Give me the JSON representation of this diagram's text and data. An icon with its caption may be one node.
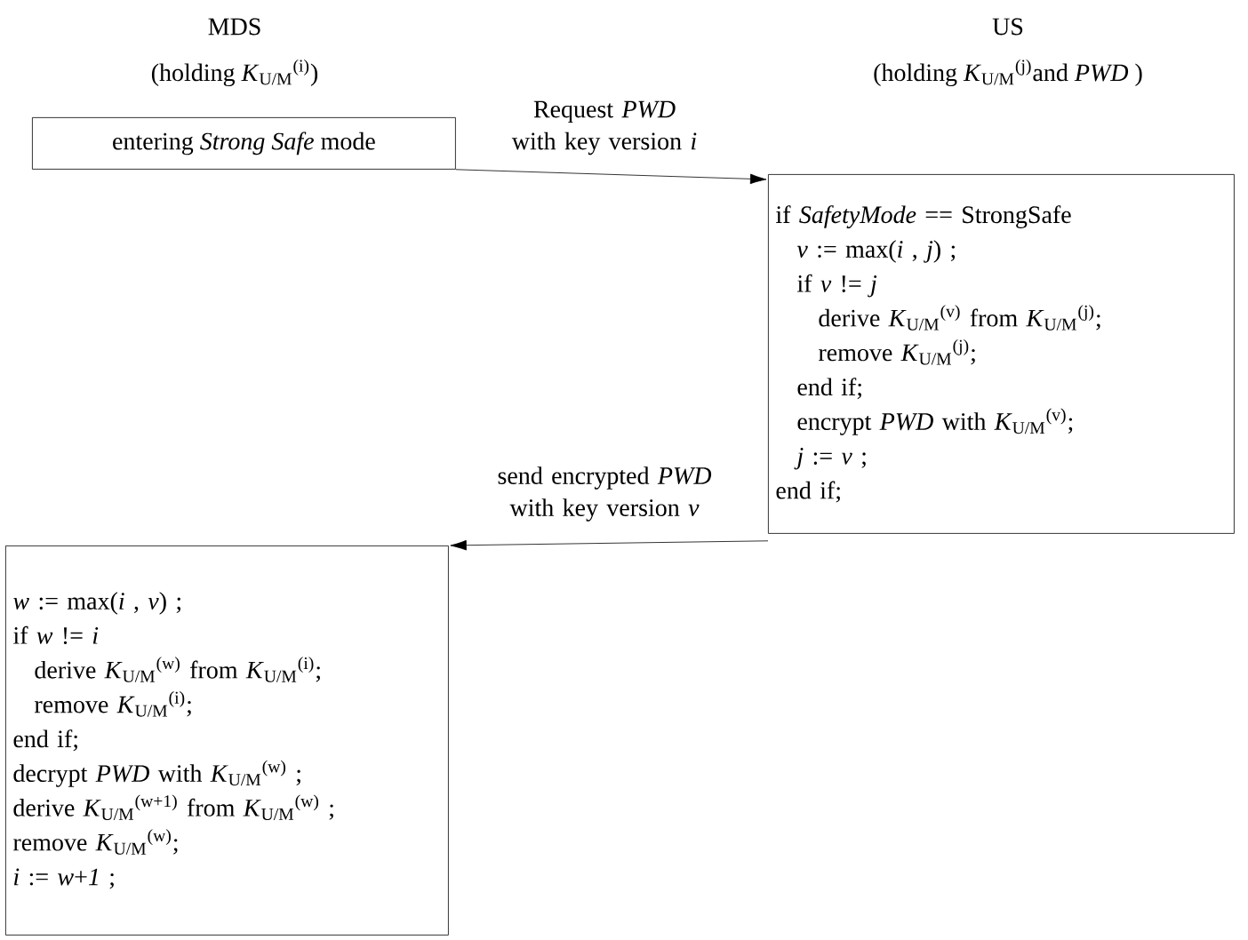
{
  "diagram": {
    "nodes": [
      {
        "text": [
          "entering *Strong Safe* mode"
        ]
      },
      {
        "text": [
          "if *SafetyMode* == StrongSafe",
          "*v* := max(*i* , *j*) ;",
          "if  *v* != *j*",
          "derive *K*$_{U/M}$$^{(v)}$ from *K*$_{U/M}$$^{(j)}$;",
          "remove *K*$_{U/M}$$^{(j)}$;",
          "end if;",
          "encrypt *PWD* with *K*$_{U/M}$$^{(v)}$;",
          "*j* := *v* ;",
          "end if;"
        ]
      },
      {
        "text": [
          "*w* := max(*i* , *v*) ;",
          "if  *w* != *i*",
          "derive *K*$_{U/M}$$^{(w)}$ from  *K*$_{U/M}$$^{(i)}$;",
          "remove  *K*$_{U/M}$$^{(i)}$;",
          "end if;",
          "decrypt *PWD* with  *K*$_{U/M}$$^{(w)}$ ;",
          "derive *K*$_{U/M}$$^{(w+1)}$ from  *K*$_{U/M}$$^{(w)}$ ;",
          "remove *K*$_{U/M}$$^{(w)}$;",
          "*i* := *w*+*1* ;"
        ]
      }
    ],
    "edges": [
      {
        "from": 0,
        "to": 1,
        "arrow": "to",
        "label": "Request *PWD* with key version *i*"
      },
      {
        "from": 1,
        "to": 2,
        "arrow": "to",
        "label": "send encrypted *PWD* with key version *v*"
      }
    ],
    "labels": [
      "MDS",
      "(holding *K*$_{U/M}$$^{(i)}$)",
      "US",
      "(holding *K*$_{U/M}$$^{(j)}$and *PWD* )"
    ]
  }
}
